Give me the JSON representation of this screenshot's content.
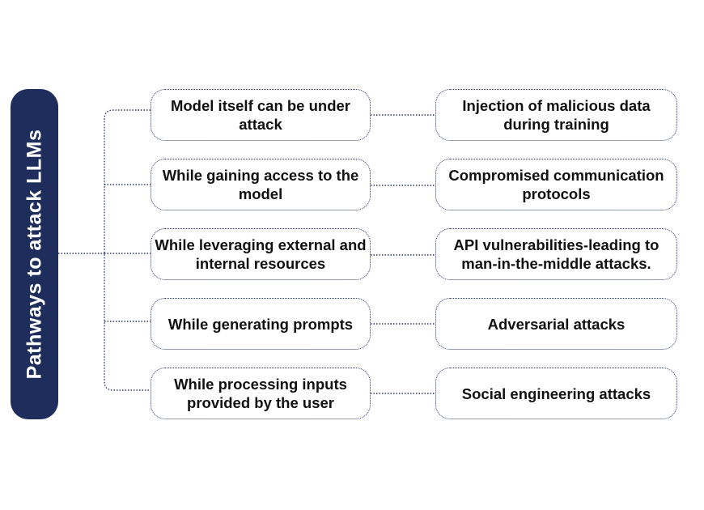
{
  "root_label": "Pathways to attack LLMs",
  "rows": [
    {
      "pathway": "Model itself can be under attack",
      "attack": "Injection of malicious data during training"
    },
    {
      "pathway": "While gaining access to the model",
      "attack": "Compromised communication protocols"
    },
    {
      "pathway": "While leveraging external and internal resources",
      "attack": "API vulnerabilities-leading to man-in-the-middle attacks."
    },
    {
      "pathway": "While generating prompts",
      "attack": "Adversarial attacks"
    },
    {
      "pathway": "While processing inputs provided by the user",
      "attack": "Social engineering attacks"
    }
  ],
  "colors": {
    "root_fill": "#1f2d5c",
    "border": "#2b3768",
    "text": "#111111"
  }
}
